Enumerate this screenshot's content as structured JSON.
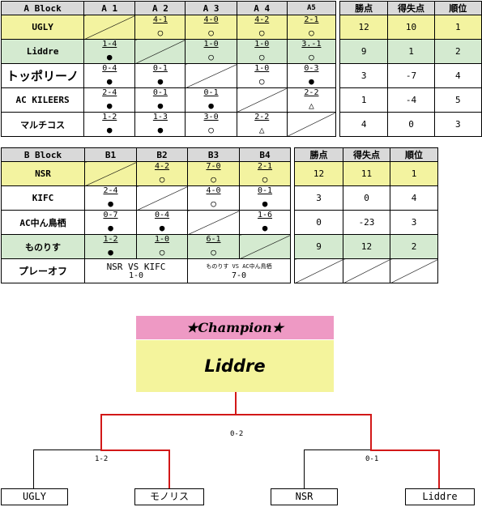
{
  "blockA": {
    "headers": [
      "A Block",
      "A 1",
      "A 2",
      "A 3",
      "A 4",
      "A5",
      "勝点",
      "得失点",
      "順位"
    ],
    "rows": [
      {
        "name": "UGLY",
        "cells": [
          null,
          {
            "s": "4-1",
            "m": "○"
          },
          {
            "s": "4-0",
            "m": "○"
          },
          {
            "s": "4-2",
            "m": "○"
          },
          {
            "s": "2-1",
            "m": "○"
          }
        ],
        "pts": "12",
        "gd": "10",
        "rank": "1"
      },
      {
        "name": "Liddre",
        "cells": [
          {
            "s": "1-4",
            "m": "●"
          },
          null,
          {
            "s": "1-0",
            "m": "○"
          },
          {
            "s": "1-0",
            "m": "○"
          },
          {
            "s": "3.-1",
            "m": "○"
          }
        ],
        "pts": "9",
        "gd": "1",
        "rank": "2"
      },
      {
        "name": "トッポリーノ",
        "cells": [
          {
            "s": "0-4",
            "m": "●"
          },
          {
            "s": "0-1",
            "m": "●"
          },
          null,
          {
            "s": "1-0",
            "m": "○"
          },
          {
            "s": "0-3",
            "m": "●"
          }
        ],
        "pts": "3",
        "gd": "-7",
        "rank": "4"
      },
      {
        "name": "AC KILEERS",
        "cells": [
          {
            "s": "2-4",
            "m": "●"
          },
          {
            "s": "0-1",
            "m": "●"
          },
          {
            "s": "0-1",
            "m": "●"
          },
          null,
          {
            "s": "2-2",
            "m": "△"
          }
        ],
        "pts": "1",
        "gd": "-4",
        "rank": "5"
      },
      {
        "name": "マルチコス",
        "cells": [
          {
            "s": "1-2",
            "m": "●"
          },
          {
            "s": "1-3",
            "m": "●"
          },
          {
            "s": "3-0",
            "m": "○"
          },
          {
            "s": "2-2",
            "m": "△"
          },
          null
        ],
        "pts": "4",
        "gd": "0",
        "rank": "3"
      }
    ]
  },
  "blockB": {
    "headers": [
      "B Block",
      "B1",
      "B2",
      "B3",
      "B4",
      "勝点",
      "得失点",
      "順位"
    ],
    "rows": [
      {
        "name": "NSR",
        "cells": [
          null,
          {
            "s": "4-2",
            "m": "○"
          },
          {
            "s": "7-0",
            "m": "○"
          },
          {
            "s": "2-1",
            "m": "○"
          }
        ],
        "pts": "12",
        "gd": "11",
        "rank": "1"
      },
      {
        "name": "KIFC",
        "cells": [
          {
            "s": "2-4",
            "m": "●"
          },
          null,
          {
            "s": "4-0",
            "m": "○"
          },
          {
            "s": "0-1",
            "m": "●"
          }
        ],
        "pts": "3",
        "gd": "0",
        "rank": "4"
      },
      {
        "name": "AC中ん鳥栖",
        "cells": [
          {
            "s": "0-7",
            "m": "●"
          },
          {
            "s": "0-4",
            "m": "●"
          },
          null,
          {
            "s": "1-6",
            "m": "●"
          }
        ],
        "pts": "0",
        "gd": "-23",
        "rank": "3"
      },
      {
        "name": "ものりす",
        "cells": [
          {
            "s": "1-2",
            "m": "●"
          },
          {
            "s": "1-0",
            "m": "○"
          },
          {
            "s": "6-1",
            "m": "○"
          },
          null
        ],
        "pts": "9",
        "gd": "12",
        "rank": "2"
      }
    ],
    "playoff": {
      "label": "プレーオフ",
      "match1": "NSR VS KIFC",
      "score1": "1-0",
      "match2": "ものりす VS AC中ん鳥栖",
      "score2": "7-0"
    }
  },
  "bracket": {
    "champion_title": "★Champion★",
    "champion": "Liddre",
    "final_score": "0-2",
    "semi_left_score": "1-2",
    "semi_right_score": "0-1",
    "teams": [
      "UGLY",
      "モノリス",
      "NSR",
      "Liddre"
    ]
  }
}
